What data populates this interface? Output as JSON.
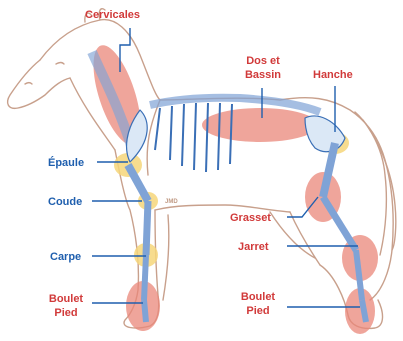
{
  "colors": {
    "outline": "#c8a08c",
    "bone_fill": "#dbe8f6",
    "bone_stroke": "#3a6fb6",
    "hot_red": "#e9877a",
    "hot_yellow": "#f6d67a",
    "label_red": "#d13a3a",
    "label_blue": "#1f5fae"
  },
  "labels": {
    "cervicales": "Cervicales",
    "dos_line1": "Dos et",
    "dos_line2": "Bassin",
    "hanche": "Hanche",
    "epaule": "Épaule",
    "coude": "Coude",
    "carpe": "Carpe",
    "boulet_front_line1": "Boulet",
    "boulet_front_line2": "Pied",
    "grasset": "Grasset",
    "jarret": "Jarret",
    "boulet_rear_line1": "Boulet",
    "boulet_rear_line2": "Pied",
    "signature": "JMD"
  }
}
